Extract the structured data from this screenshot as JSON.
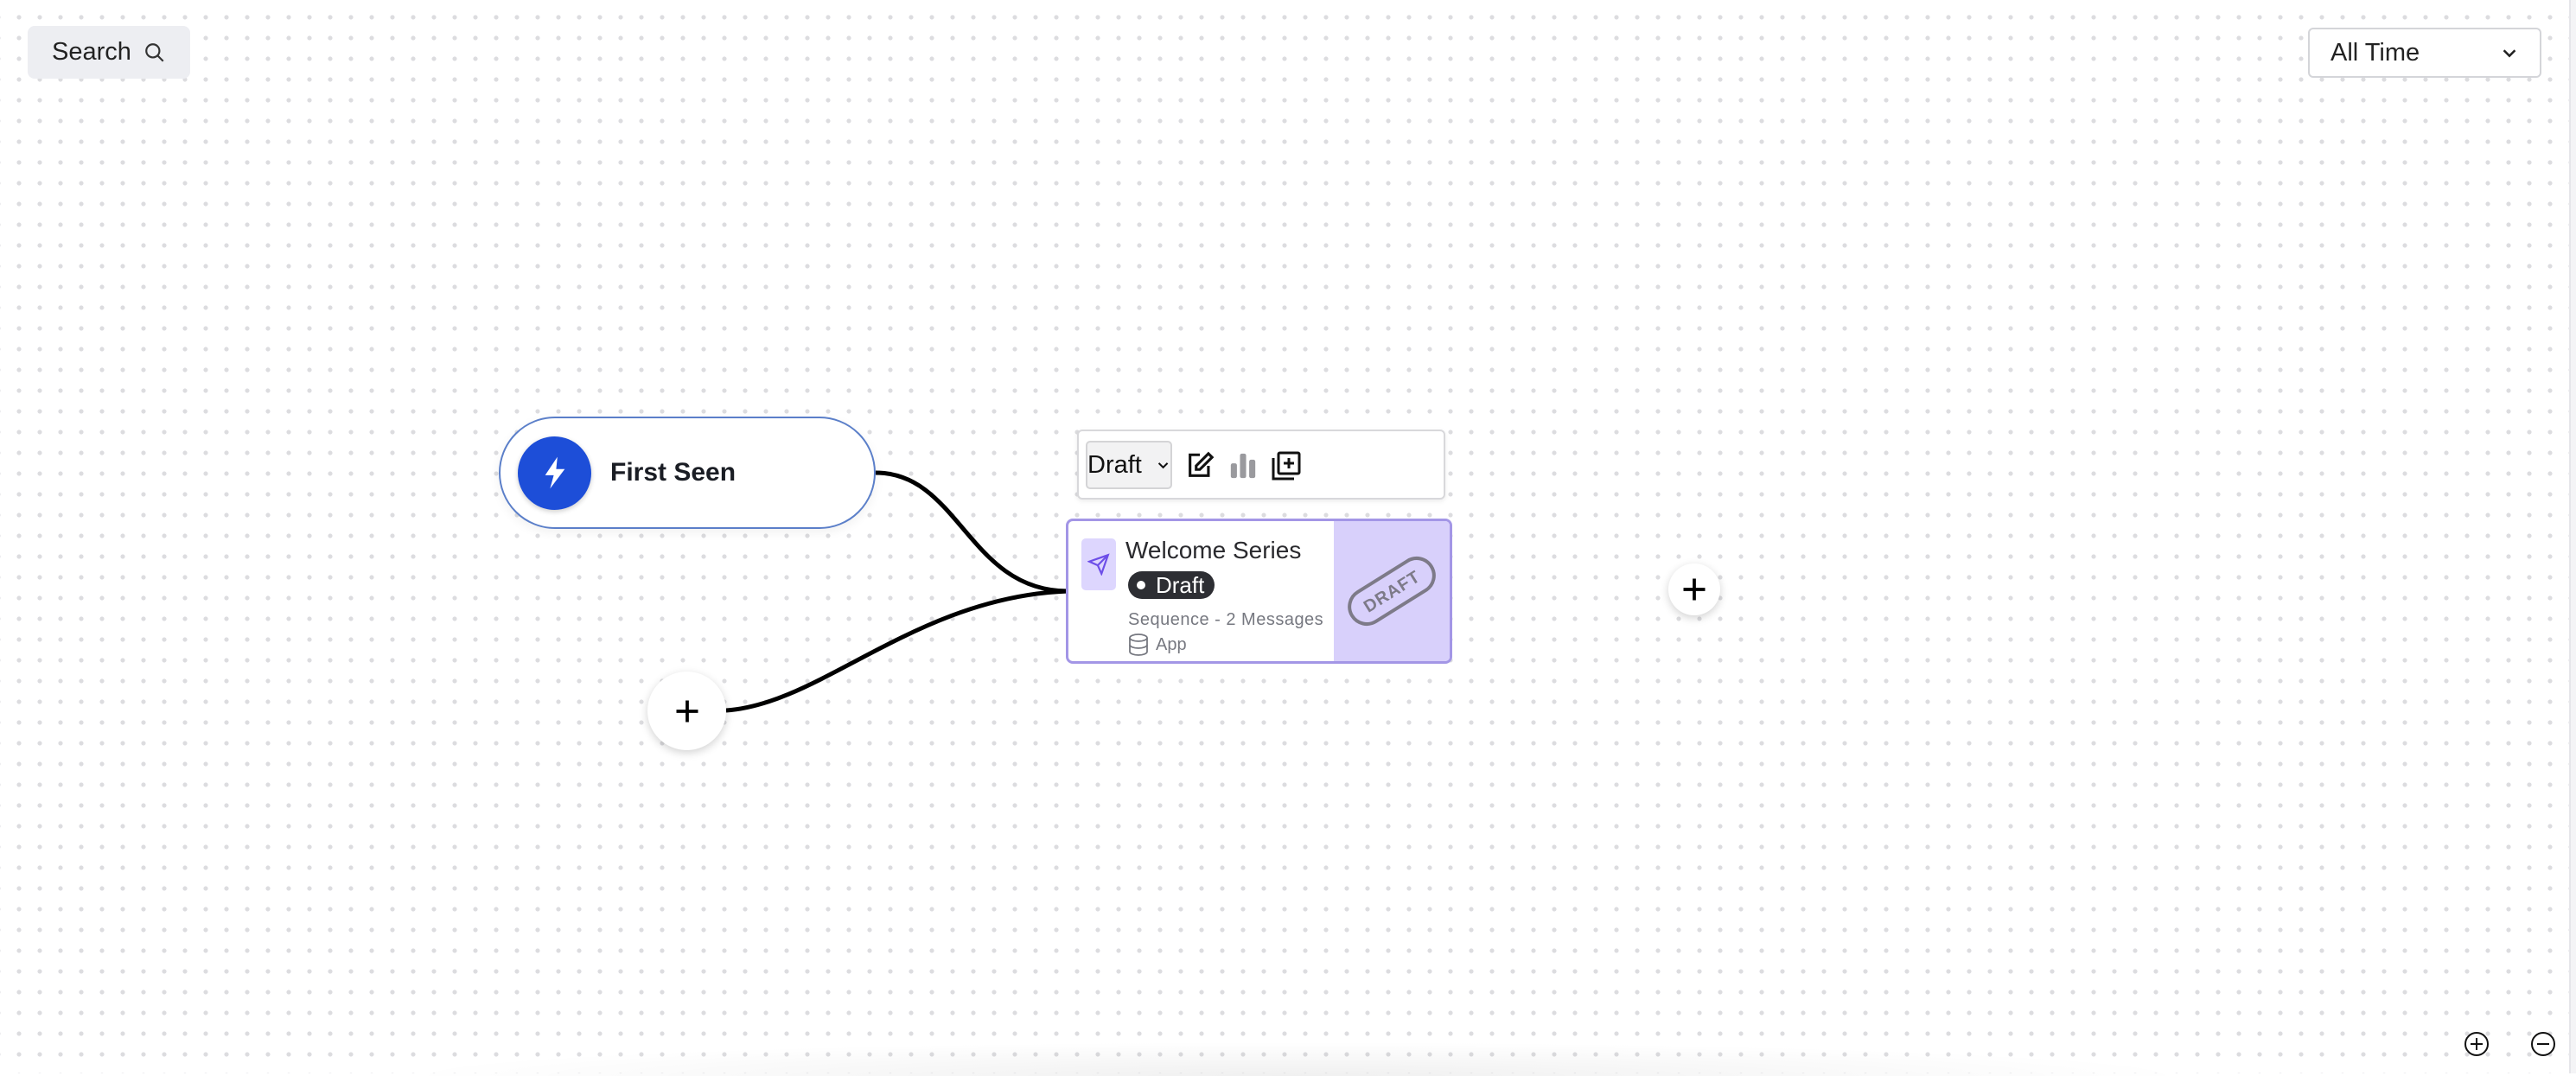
{
  "toolbar": {
    "search_label": "Search",
    "time_range": "All Time"
  },
  "trigger": {
    "label": "First Seen",
    "icon": "lightning-icon",
    "color": "#1d4ed8"
  },
  "node_toolbar": {
    "status_select": "Draft",
    "icons": [
      "edit-icon",
      "bar-chart-icon",
      "duplicate-icon"
    ]
  },
  "node": {
    "title": "Welcome Series",
    "status": "Draft",
    "meta": "Sequence - 2 Messages",
    "channel": "App",
    "stamp": "DRAFT",
    "accent": "#a396e6"
  },
  "zoom_controls": [
    "zoom-in-icon",
    "zoom-out-icon"
  ]
}
